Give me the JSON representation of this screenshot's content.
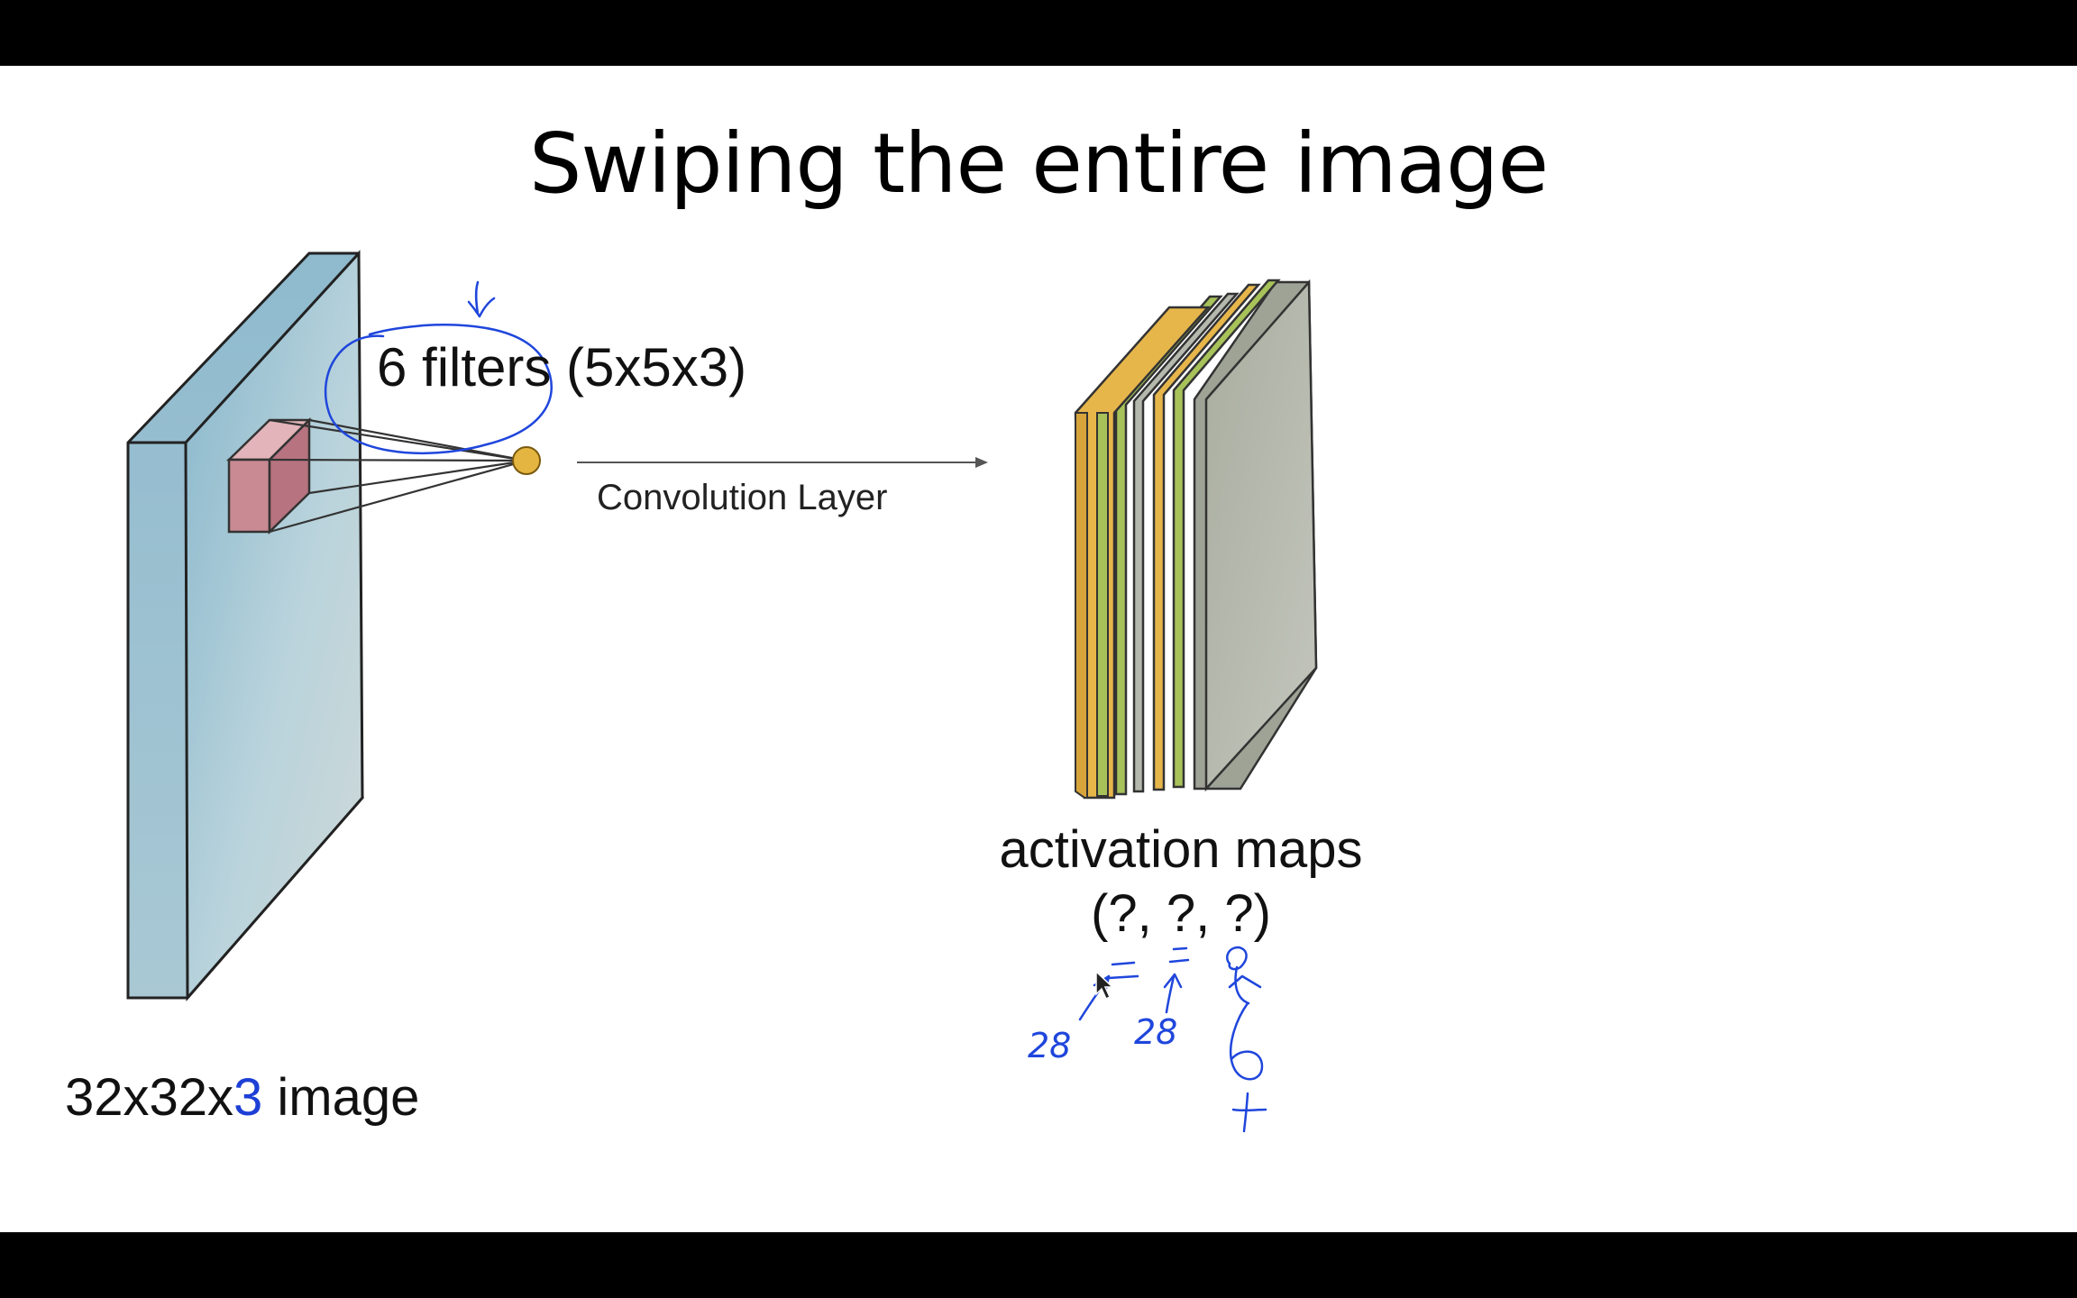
{
  "title": "Swiping the entire image",
  "filters_label": "6 filters (5x5x3)",
  "conv_label": "Convolution Layer",
  "activation_label": "activation maps",
  "activation_dims": "(?, ?, ?)",
  "image_label_prefix": "32x32x",
  "image_label_highlight": "3",
  "image_label_suffix": " image",
  "annotations": {
    "dim1": "28",
    "dim2": "28",
    "dim3": "6"
  },
  "colors": {
    "ink_blue": "#1f46dc",
    "highlight_blue": "#1d3fd6",
    "image_blue": "#9cc3d3",
    "filter_red": "#c98a93",
    "map_yellow": "#e7b64b",
    "map_green": "#a8c25a",
    "map_gray": "#b5b8ad"
  },
  "icons": [
    "mouse-cursor-icon"
  ]
}
